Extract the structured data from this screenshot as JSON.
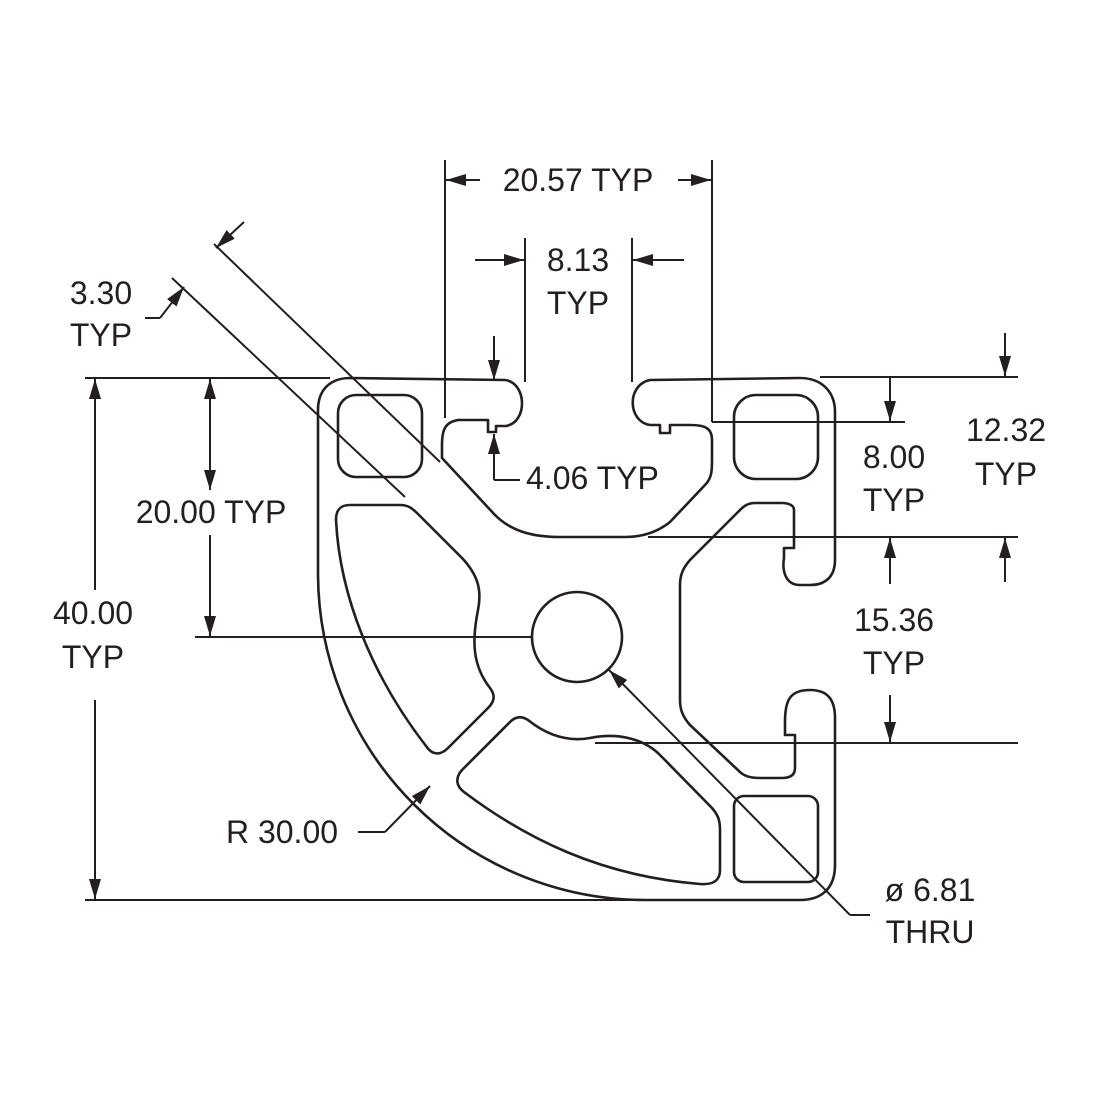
{
  "drawing": {
    "title": "Quarter-round aluminum extrusion profile",
    "colors": {
      "line": "#231f20",
      "background": "#ffffff"
    },
    "dimensions": {
      "slot_spacing": {
        "value": "20.57 TYP"
      },
      "slot_opening": {
        "value": "8.13",
        "note": "TYP"
      },
      "wall_thickness": {
        "value": "3.30",
        "note": "TYP"
      },
      "lip_depth": {
        "value": "4.06 TYP"
      },
      "half_height": {
        "value": "20.00 TYP"
      },
      "overall_height": {
        "value": "40.00",
        "note": "TYP"
      },
      "slot_depth_outer": {
        "value": "12.32",
        "note": "TYP"
      },
      "slot_depth_inner": {
        "value": "8.00",
        "note": "TYP"
      },
      "slot_width": {
        "value": "15.36",
        "note": "TYP"
      },
      "radius": {
        "value": "R 30.00"
      },
      "hole": {
        "value": "ø 6.81",
        "note": "THRU"
      }
    }
  }
}
